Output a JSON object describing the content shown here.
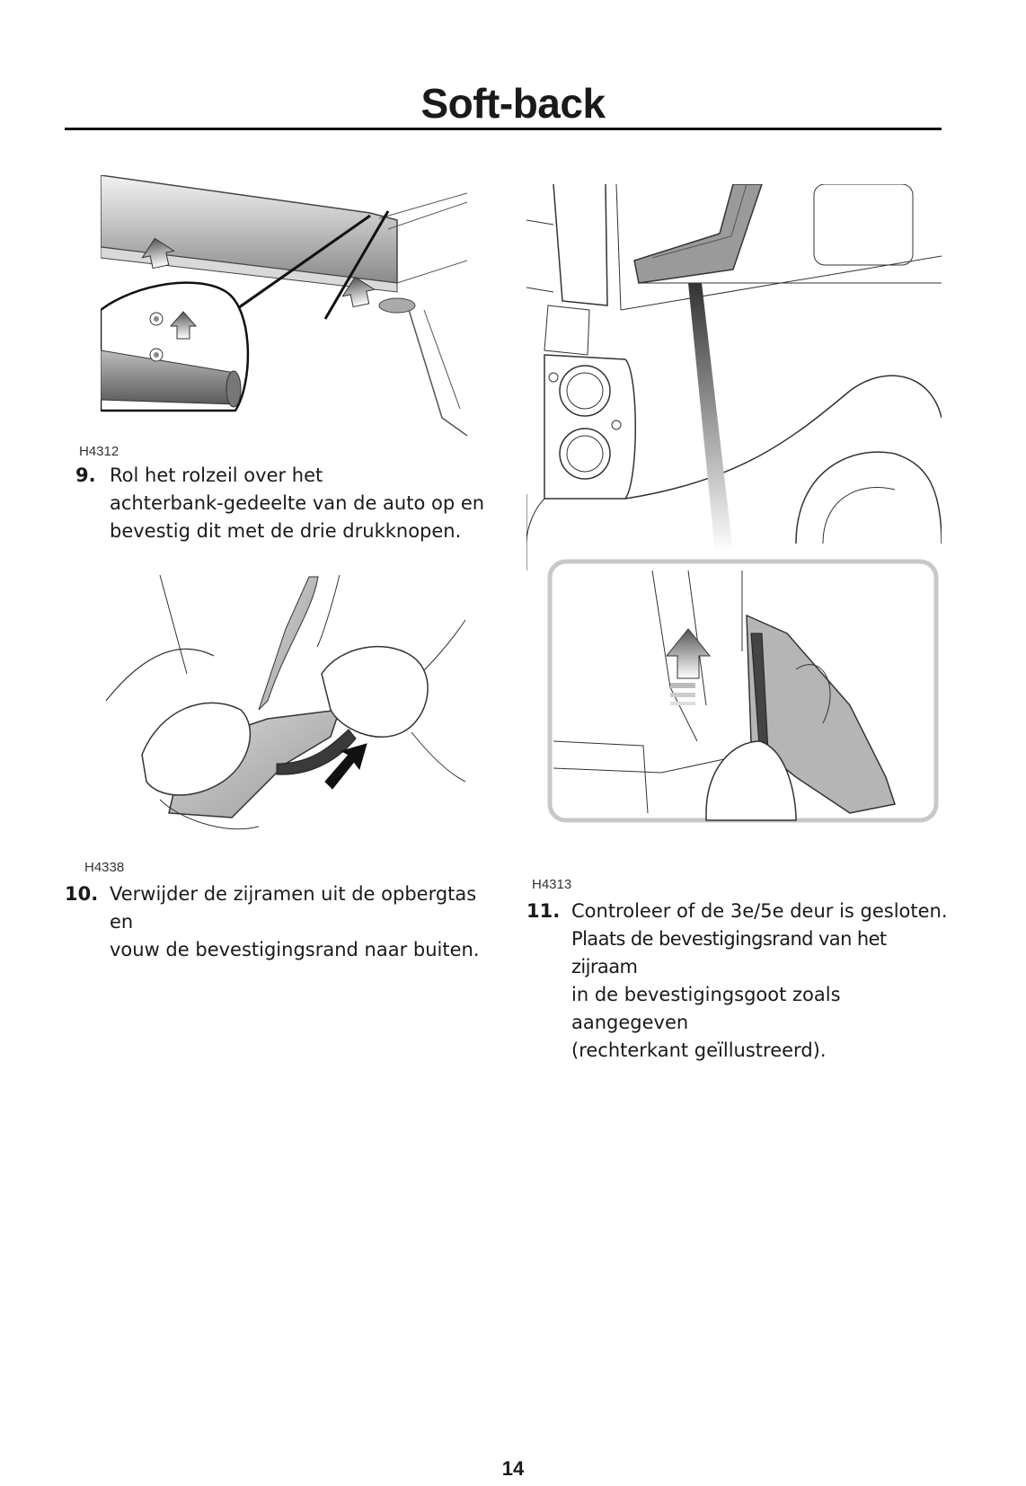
{
  "header": {
    "title": "Soft-back"
  },
  "figures": [
    {
      "code": "H4312"
    },
    {
      "code": "H4338"
    },
    {
      "code": "H4313"
    }
  ],
  "steps": [
    {
      "number": "9.",
      "lines": [
        "Rol het rolzeil over het",
        "achterbank-gedeelte van de auto op en",
        "bevestig dit met de drie drukknopen."
      ]
    },
    {
      "number": "10.",
      "lines": [
        "Verwijder de zijramen uit de opbergtas en",
        "vouw de bevestigingsrand naar buiten."
      ]
    },
    {
      "number": "11.",
      "lines": [
        "Controleer of de 3e/5e deur is gesloten.",
        "Plaats de bevestigingsrand van het zijraam",
        "in de bevestigingsgoot zoals aangegeven",
        "(rechterkant geïllustreerd)."
      ]
    }
  ],
  "footer": {
    "page_number": "14"
  }
}
